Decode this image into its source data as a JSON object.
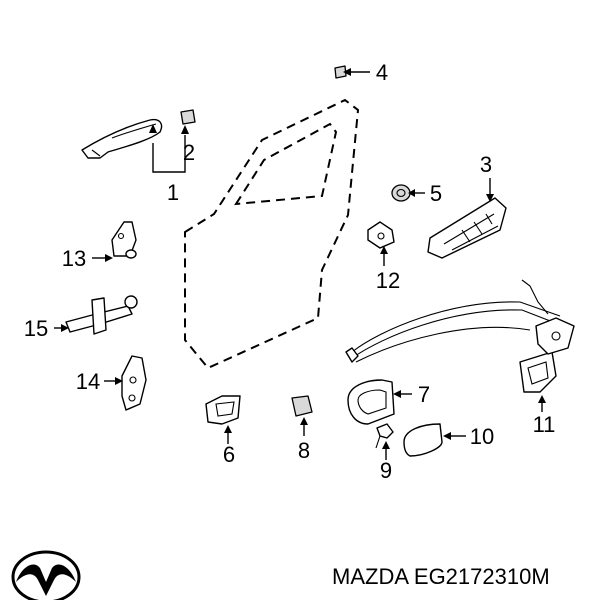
{
  "diagram": {
    "callouts": [
      "1",
      "2",
      "3",
      "4",
      "5",
      "6",
      "7",
      "8",
      "9",
      "10",
      "11",
      "12",
      "13",
      "14",
      "15"
    ],
    "caption": "MAZDA EG2172310M"
  },
  "logo": {
    "brand": "MAZDA",
    "icon": "mazda-logo"
  }
}
